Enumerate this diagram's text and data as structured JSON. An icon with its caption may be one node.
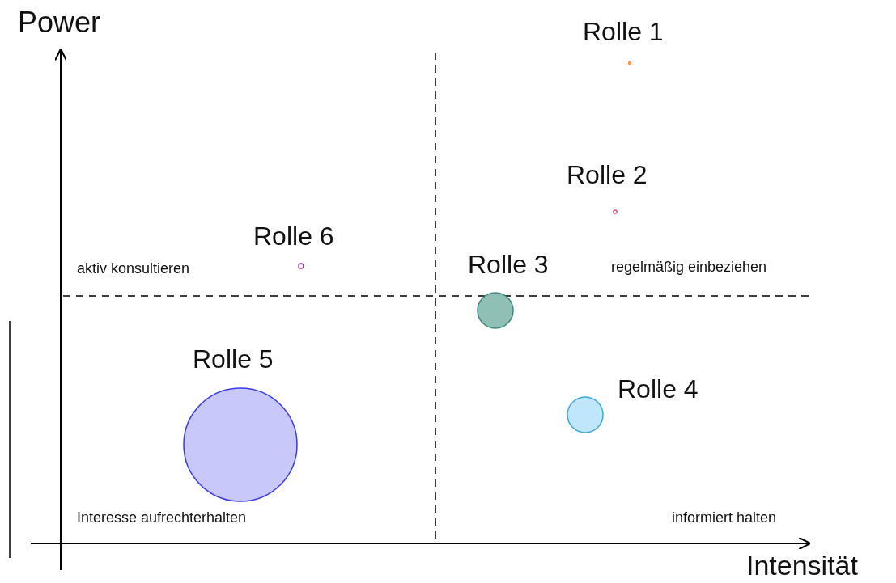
{
  "diagram": {
    "labels": [
      "Power",
      "Rolle 1",
      "Rolle 2",
      "Rolle 6",
      "aktiv konsultieren",
      "Rolle 3",
      "regelmäßig einbeziehen",
      "Rolle 5",
      "Rolle 4",
      "Interesse aufrechterhalten",
      "informiert halten",
      "Intensität"
    ]
  }
}
